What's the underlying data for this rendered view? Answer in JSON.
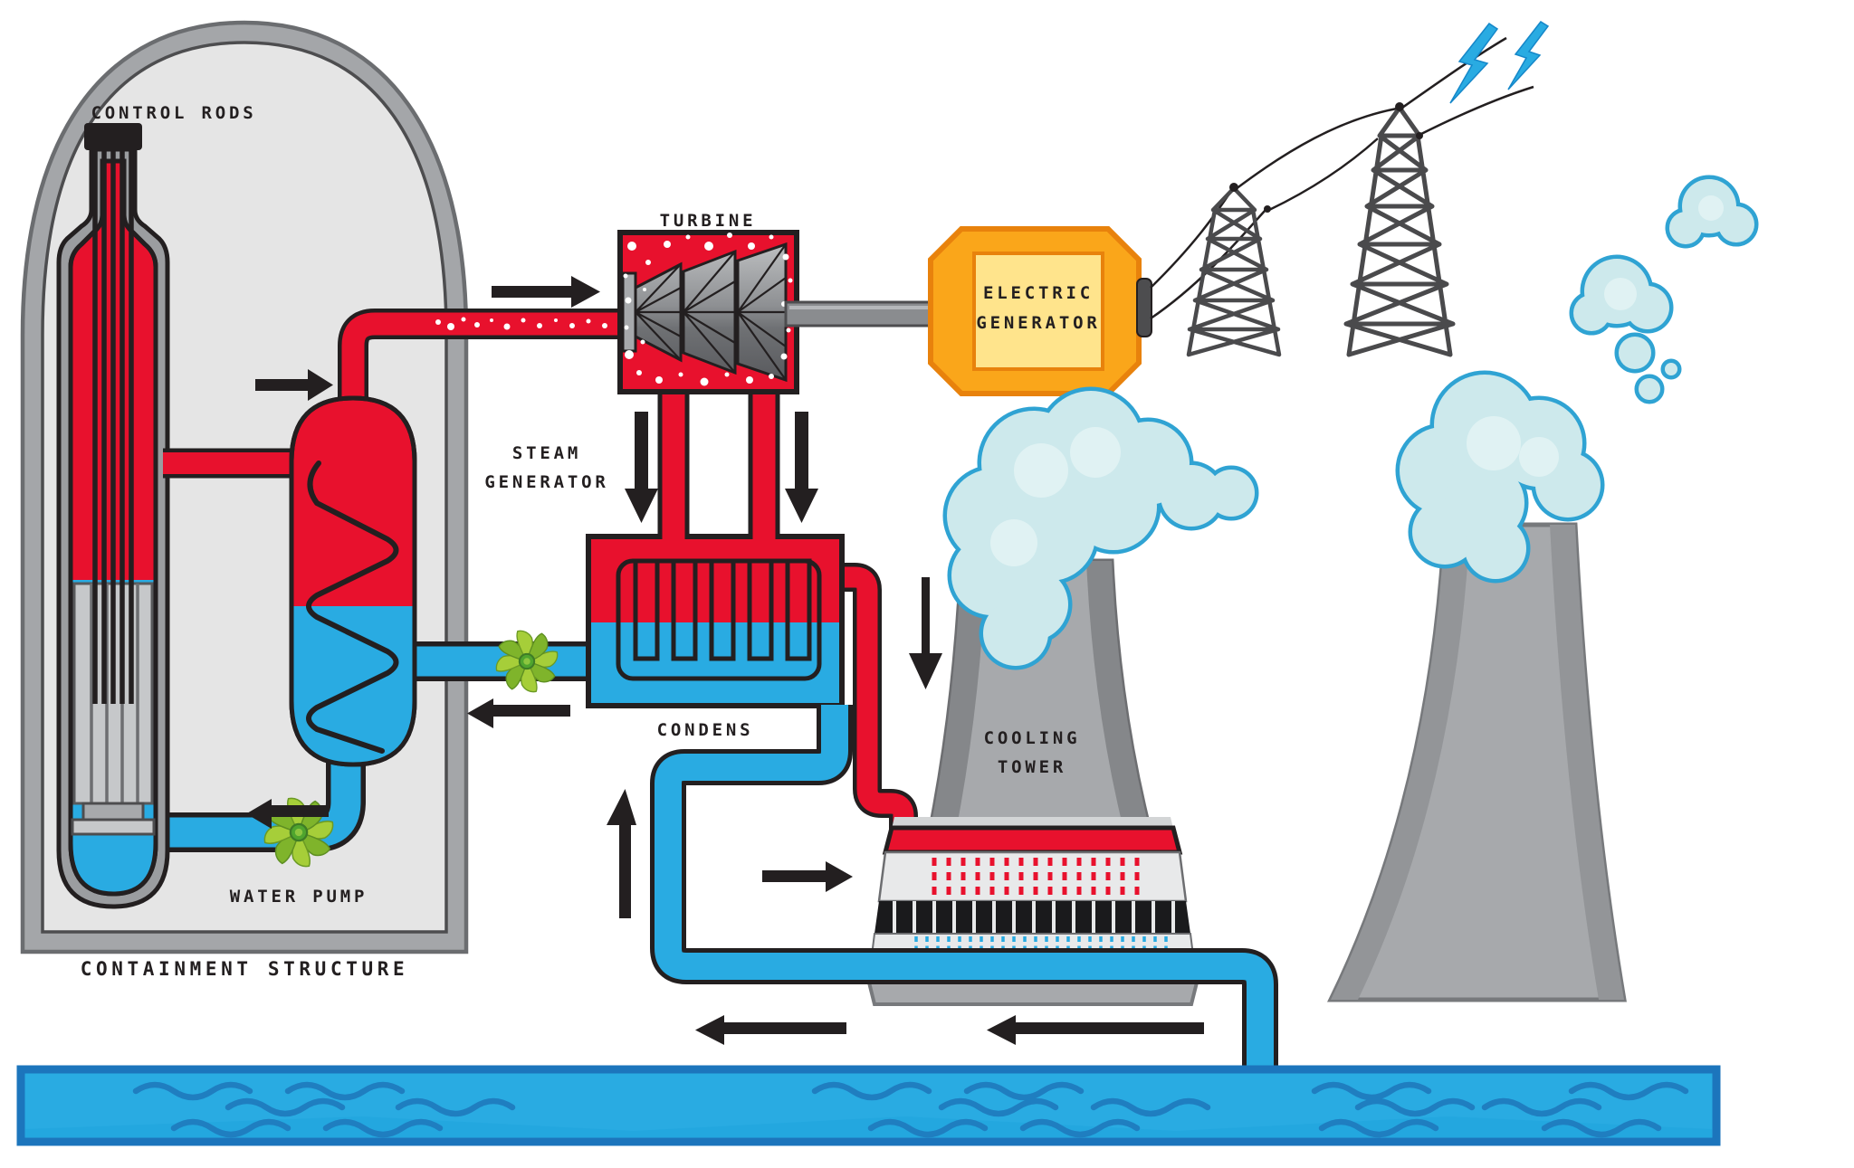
{
  "diagram": {
    "type": "nuclear-power-plant-process-diagram",
    "labels": {
      "control_rods": "CONTROL RODS",
      "turbine": "TURBINE",
      "steam_generator_line1": "STEAM",
      "steam_generator_line2": "GENERATOR",
      "electric_generator_line1": "ELECTRIC",
      "electric_generator_line2": "GENERATOR",
      "condenser": "CONDENS",
      "cooling_tower_line1": "COOLING",
      "cooling_tower_line2": "TOWER",
      "water_pump": "WATER PUMP",
      "containment": "CONTAINMENT STRUCTURE"
    },
    "colors": {
      "hot_loop_red": "#E8112D",
      "cold_loop_blue": "#29ABE2",
      "water_border": "#1C75BC",
      "containment_wall": "#A4A6A9",
      "containment_interior": "#E5E5E5",
      "generator_body": "#FAA61A",
      "generator_panel": "#FFE48C",
      "pump_green": "#A6CE39",
      "tower_gray": "#A7A9AC",
      "cloud_fill": "#CDE9EC",
      "cloud_outline": "#2FA3D3",
      "lightning_blue": "#29ABE2",
      "outline_black": "#231F20"
    },
    "icons": [
      "water-pump-icon",
      "lightning-icon",
      "steam-cloud-icon",
      "transmission-tower-icon",
      "flow-arrow-icon",
      "control-rods-icon"
    ]
  }
}
